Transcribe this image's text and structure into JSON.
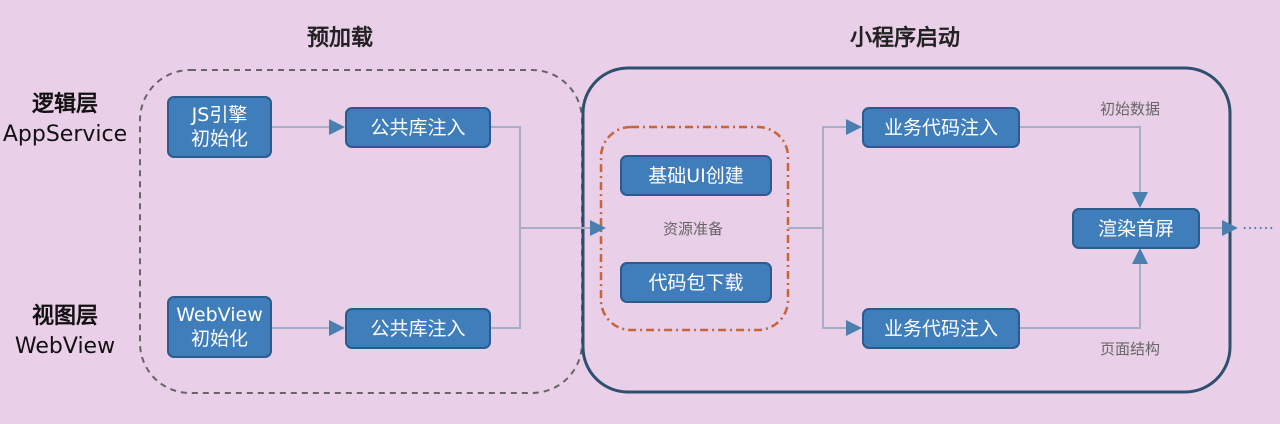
{
  "titles": {
    "preload": "预加载",
    "launch": "小程序启动"
  },
  "layers": {
    "logic": {
      "cn": "逻辑层",
      "en": "AppService"
    },
    "view": {
      "cn": "视图层",
      "en": "WebView"
    }
  },
  "preload": {
    "js_engine": [
      "JS引擎",
      "初始化"
    ],
    "webview_init": [
      "WebView",
      "初始化"
    ],
    "lib_inject_top": "公共库注入",
    "lib_inject_bottom": "公共库注入"
  },
  "launch": {
    "base_ui": "基础UI创建",
    "resource_prep": "资源准备",
    "pkg_download": "代码包下载",
    "biz_inject_top": "业务代码注入",
    "biz_inject_bottom": "业务代码注入",
    "initial_data": "初始数据",
    "page_structure": "页面结构",
    "render_first": "渲染首屏",
    "ellipsis": "……"
  },
  "colors": {
    "background": "#e9cfe7",
    "box": "#3f7dbb",
    "box_border": "#2b5c8c",
    "launch_border": "#2f4f6f",
    "resource_border": "#c8643a"
  }
}
